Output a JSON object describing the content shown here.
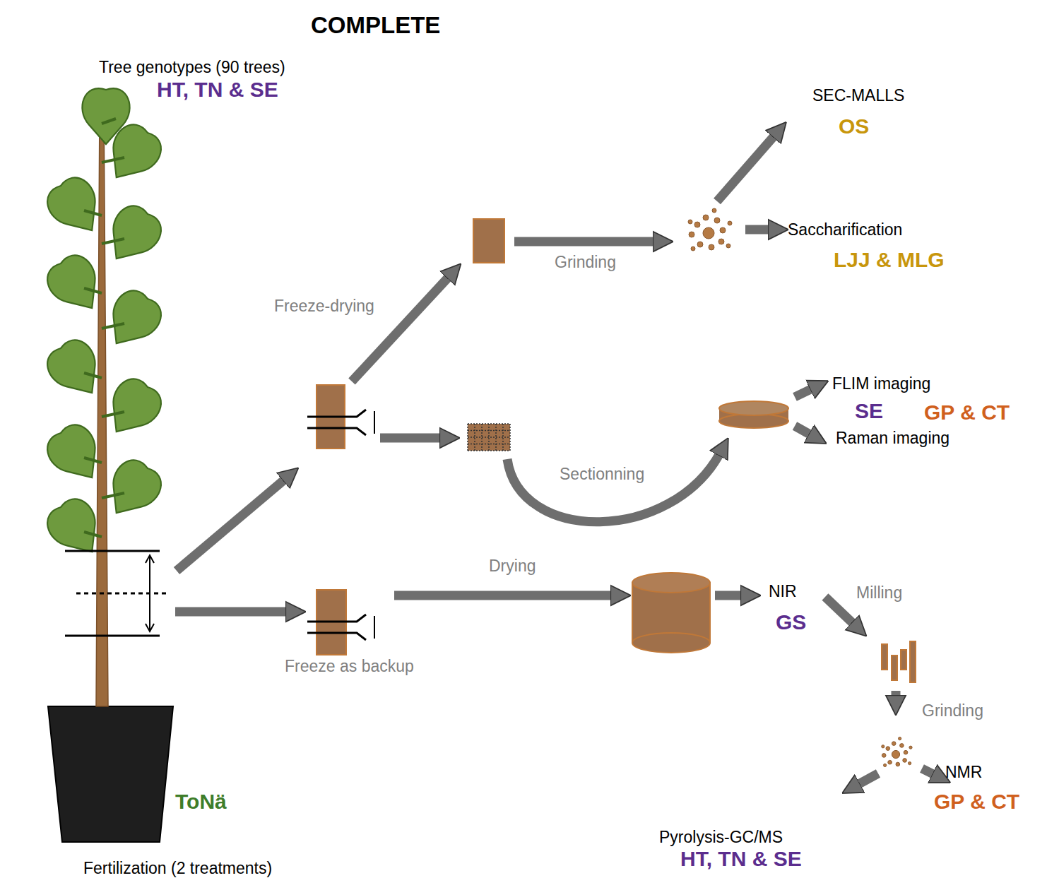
{
  "diagram": {
    "nodes": [
      {
        "text": [
          "COMPLETE"
        ]
      },
      {
        "text": [
          "SEC-MALLS",
          "OS",
          "Saccharification",
          "LJJ & MLG"
        ]
      },
      {
        "text": [
          "GP & CT",
          "NMR",
          "GP & CT"
        ]
      }
    ],
    "labels": [
      "Tree genotypes (90 trees)",
      "HT, TN & SE",
      "Freeze-drying",
      "Grinding",
      "Sectionning",
      "FLIM imaging",
      "SE",
      "Raman imaging",
      "Drying",
      "Freeze as backup",
      "NIR",
      "GS",
      "Milling",
      "Grinding",
      "Pyrolysis-GC/MS",
      "HT, TN & SE",
      "ToNä",
      "Fertilization (2 treatments)"
    ]
  }
}
